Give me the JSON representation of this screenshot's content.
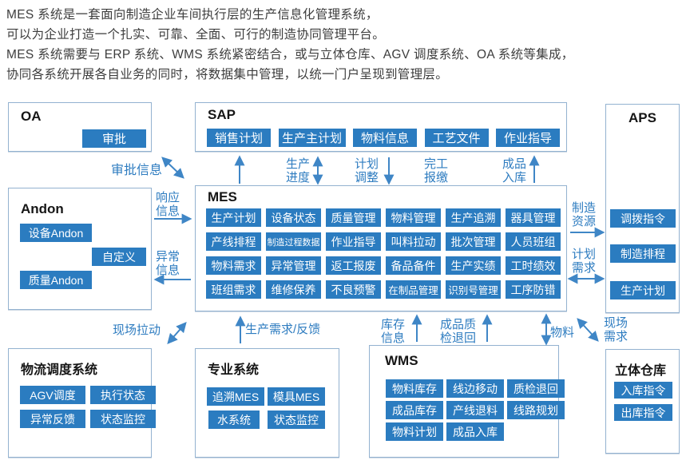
{
  "header": {
    "lines": [
      "MES 系统是一套面向制造企业车间执行层的生产信息化管理系统，",
      "可以为企业打造一个扎实、可靠、全面、可行的制造协同管理平台。",
      "MES 系统需要与 ERP 系统、WMS 系统紧密结合，或与立体仓库、AGV 调度系统、OA 系统等集成，",
      "协同各系统开展各自业务的同时，将数据集中管理，以统一门户呈现到管理层。"
    ]
  },
  "colors": {
    "chip_blue": "#2b7cc0",
    "arrow_blue": "#3f86c6",
    "box_border": "#93b2d0"
  },
  "boxes": {
    "oa": {
      "title": "OA",
      "items": [
        "审批"
      ]
    },
    "sap": {
      "title": "SAP",
      "items": [
        "销售计划",
        "生产主计划",
        "物料信息",
        "工艺文件",
        "作业指导"
      ]
    },
    "aps": {
      "title": "APS",
      "items": [
        "调拨指令",
        "制造排程",
        "生产计划"
      ]
    },
    "andon": {
      "title": "Andon",
      "items": [
        "设备Andon",
        "自定义",
        "质量Andon"
      ]
    },
    "mes": {
      "title": "MES",
      "rows": [
        [
          "生产计划",
          "设备状态",
          "质量管理",
          "物料管理",
          "生产追溯",
          "器具管理"
        ],
        [
          "产线排程",
          "制造过程数据",
          "作业指导",
          "叫料拉动",
          "批次管理",
          "人员班组"
        ],
        [
          "物料需求",
          "异常管理",
          "返工报废",
          "备品备件",
          "生产实绩",
          "工时绩效"
        ],
        [
          "班组需求",
          "维修保养",
          "不良预警",
          "在制品管理",
          "识别号管理",
          "工序防错"
        ]
      ]
    },
    "logistics": {
      "title": "物流调度系统",
      "items": [
        "AGV调度",
        "执行状态",
        "异常反馈",
        "状态监控"
      ]
    },
    "professional": {
      "title": "专业系统",
      "items": [
        "追溯MES",
        "模具MES",
        "水系统",
        "状态监控"
      ]
    },
    "wms": {
      "title": "WMS",
      "items": [
        "物料库存",
        "线边移动",
        "质检退回",
        "成品库存",
        "产线退料",
        "线路规划",
        "物料计划",
        "成品入库"
      ]
    },
    "warehouse": {
      "title": "立体仓库",
      "items": [
        "入库指令",
        "出库指令"
      ]
    }
  },
  "flows": {
    "approval_info": "审批信息",
    "production_progress": "生产进度",
    "plan_adjustment": "计划调整",
    "completion_report": "完工报缴",
    "finished_goods_inbound": "成品入库",
    "response_info": "响应信息",
    "abnormal_info": "异常信息",
    "manufacturing_resource": "制造资源",
    "plan_demand": "计划需求",
    "site_pull": "现场拉动",
    "production_demand_feedback": "生产需求/反馈",
    "inventory_info": "库存信息",
    "finished_qc_return": "成品质检退回",
    "material": "物料",
    "site_demand": "现场需求"
  }
}
